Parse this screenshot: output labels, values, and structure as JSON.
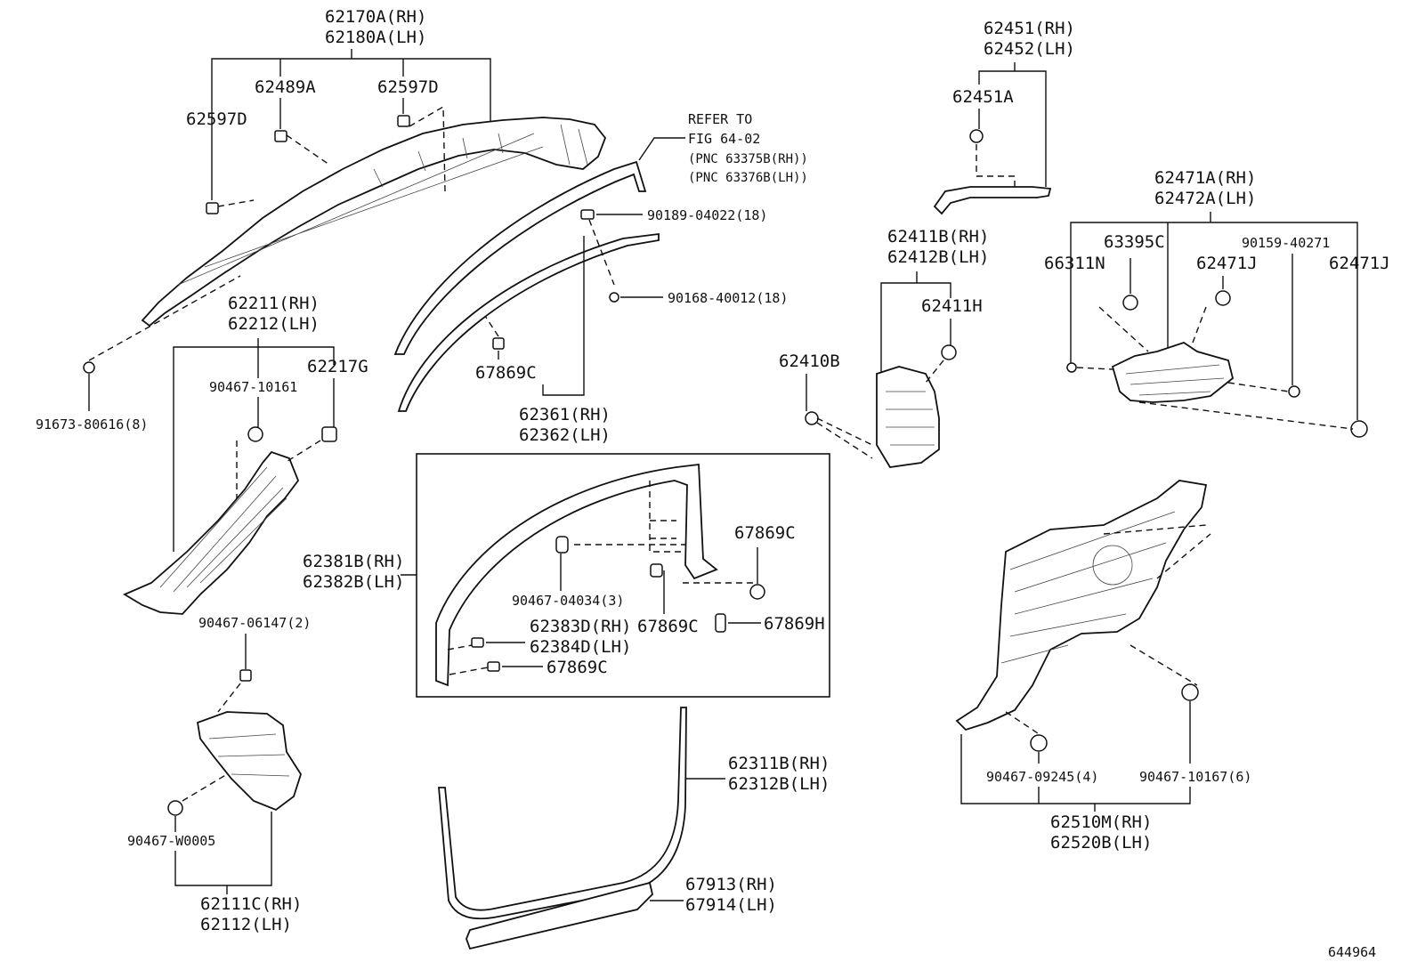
{
  "diagram": {
    "figure_number": "644964",
    "refer_note": {
      "line1": "REFER TO",
      "line2": "FIG 64-02",
      "line3": "(PNC 63375B(RH))",
      "line4": "(PNC 63376B(LH))"
    },
    "labels": {
      "p62170A": "62170A(RH)",
      "p62180A": "62180A(LH)",
      "p62489A": "62489A",
      "p62597D_a": "62597D",
      "p62597D_b": "62597D",
      "p91673": "91673-80616(8)",
      "p62211": "62211(RH)",
      "p62212": "62212(LH)",
      "p90467_10161": "90467-10161",
      "p62217G": "62217G",
      "p90467_06147": "90467-06147(2)",
      "p90467_W0005": "90467-W0005",
      "p62111C": "62111C(RH)",
      "p62112": "62112(LH)",
      "p90189": "90189-04022(18)",
      "p90168": "90168-40012(18)",
      "p67869C_a": "67869C",
      "p62361": "62361(RH)",
      "p62362": "62362(LH)",
      "p62381B": "62381B(RH)",
      "p62382B": "62382B(LH)",
      "p90467_04034": "90467-04034(3)",
      "p62383D": "62383D(RH)",
      "p62384D": "62384D(LH)",
      "p67869C_b": "67869C",
      "p67869C_c": "67869C",
      "p67869C_d": "67869C",
      "p67869H": "67869H",
      "p62311B": "62311B(RH)",
      "p62312B": "62312B(LH)",
      "p67913": "67913(RH)",
      "p67914": "67914(LH)",
      "p62451": "62451(RH)",
      "p62452": "62452(LH)",
      "p62451A": "62451A",
      "p62411B": "62411B(RH)",
      "p62412B": "62412B(LH)",
      "p62411H": "62411H",
      "p62410B": "62410B",
      "p62471A": "62471A(RH)",
      "p62472A": "62472A(LH)",
      "p63395C": "63395C",
      "p90159": "90159-40271",
      "p66311N": "66311N",
      "p62471J_a": "62471J",
      "p62471J_b": "62471J",
      "p90467_09245": "90467-09245(4)",
      "p90467_10167": "90467-10167(6)",
      "p62510M": "62510M(RH)",
      "p62520B": "62520B(LH)"
    }
  }
}
